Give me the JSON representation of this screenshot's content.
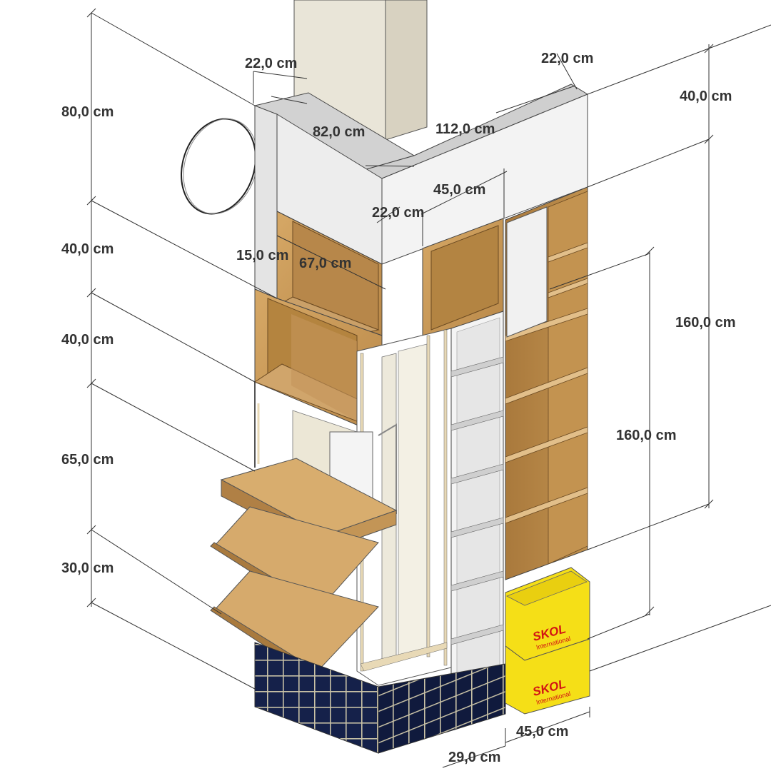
{
  "dimensions": {
    "left_total_top": "80,0 cm",
    "left_band_1": "40,0 cm",
    "left_band_2": "40,0 cm",
    "left_band_3": "65,0 cm",
    "left_band_4": "30,0 cm",
    "top_left_depth": "22,0 cm",
    "top_right_depth": "22,0 cm",
    "top_right_height": "40,0 cm",
    "beam_left_length": "82,0 cm",
    "beam_right_length": "112,0 cm",
    "front_upper_width": "45,0 cm",
    "front_upper_depth": "22,0 cm",
    "niche_depth": "15,0 cm",
    "niche_width": "67,0 cm",
    "right_shelf_height": "160,0 cm",
    "inner_height": "160,0 cm",
    "base_width": "45,0 cm",
    "base_depth": "29,0 cm"
  },
  "crates": {
    "brand": "SKOL",
    "sub": "International"
  },
  "colors": {
    "wood": "#c99a5b",
    "wood_dark": "#8a6434",
    "white_panel": "#f2f2f2",
    "tile": "#162247",
    "crate": "#f7e21a"
  }
}
